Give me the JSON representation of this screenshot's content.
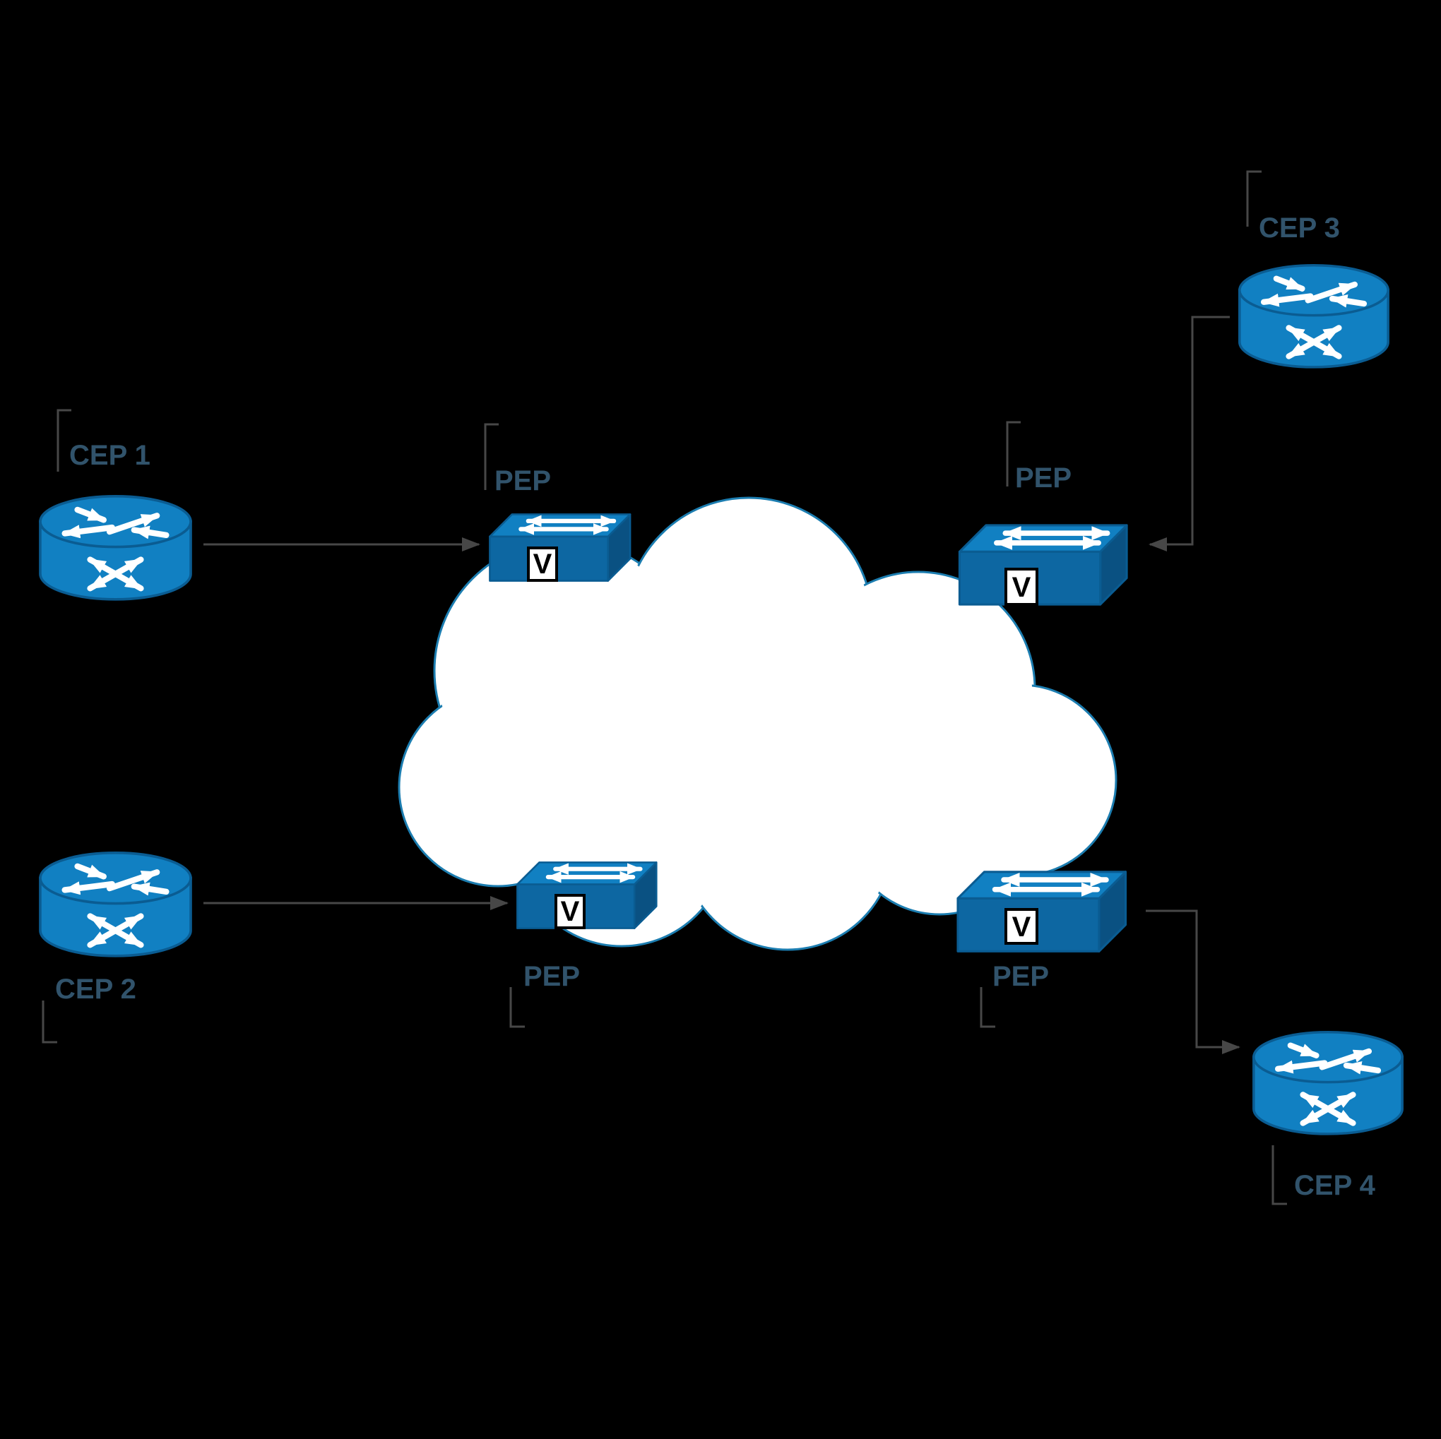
{
  "diagram": {
    "colors": {
      "background": "#000000",
      "node_blue": "#1180c2",
      "node_front": "#0d67a2",
      "node_side": "#0a5182",
      "node_outline": "#0a5c92",
      "label_text": "#31536b",
      "edge_line": "#474747",
      "cloud_fill": "#ffffff",
      "cloud_stroke": "#1c7db0",
      "badge_bg": "#ffffff",
      "badge_text": "#000000"
    },
    "nodes": {
      "cep1": {
        "type": "router",
        "label": "CEP 1"
      },
      "cep2": {
        "type": "router",
        "label": "CEP 2"
      },
      "cep3": {
        "type": "router",
        "label": "CEP 3"
      },
      "cep4": {
        "type": "router",
        "label": "CEP 4"
      },
      "pep_top_left": {
        "type": "switch",
        "label": "PEP",
        "badge": "V"
      },
      "pep_top_right": {
        "type": "switch",
        "label": "PEP",
        "badge": "V"
      },
      "pep_bottom_left": {
        "type": "switch",
        "label": "PEP",
        "badge": "V"
      },
      "pep_bottom_right": {
        "type": "switch",
        "label": "PEP",
        "badge": "V"
      }
    },
    "edges": [
      {
        "from": "cep1",
        "to": "pep_top_left"
      },
      {
        "from": "cep3",
        "to": "pep_top_right"
      },
      {
        "from": "cep2",
        "to": "pep_bottom_left"
      },
      {
        "from": "pep_bottom_right",
        "to": "cep4"
      }
    ]
  }
}
